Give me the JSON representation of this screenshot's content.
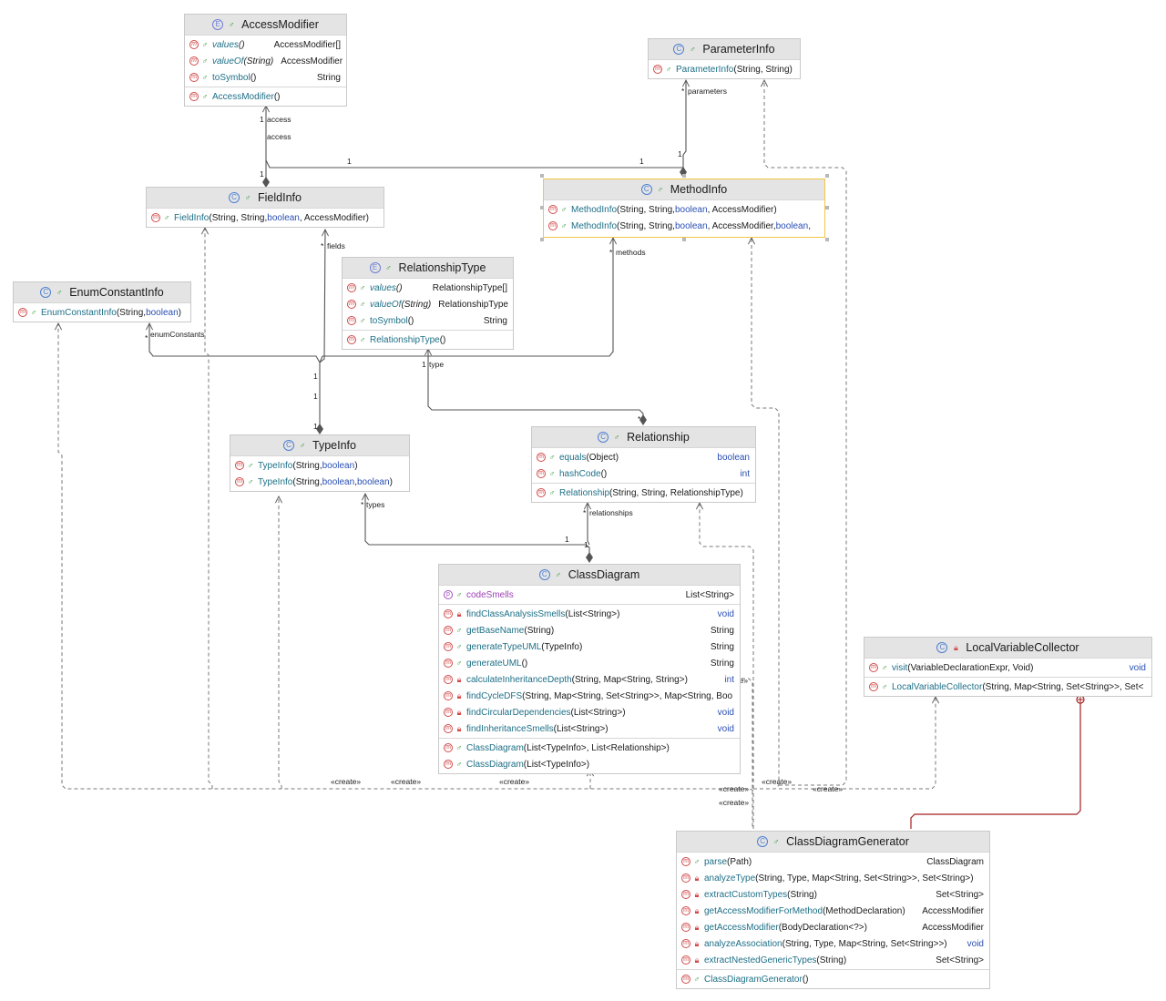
{
  "classes": {
    "access_modifier": {
      "name": "AccessModifier",
      "kind_icon": "E",
      "methods": [
        {
          "name": "values",
          "sig": "()",
          "ret": "AccessModifier[]"
        },
        {
          "name": "valueOf",
          "sig": "(String)",
          "ret": "AccessModifier"
        },
        {
          "name": "toSymbol",
          "sig": "()",
          "ret": "String"
        }
      ],
      "constructors": [
        {
          "name": "AccessModifier",
          "sig": "()"
        }
      ]
    },
    "parameter_info": {
      "name": "ParameterInfo",
      "kind_icon": "C",
      "constructors": [
        {
          "name": "ParameterInfo",
          "sig": "(String, String)"
        }
      ]
    },
    "field_info": {
      "name": "FieldInfo",
      "kind_icon": "C",
      "constructors": [
        {
          "name": "FieldInfo",
          "sig_pre": "(String, String, ",
          "sig_kw": "boolean",
          "sig_post": ", AccessModifier)"
        }
      ]
    },
    "method_info": {
      "name": "MethodInfo",
      "kind_icon": "C",
      "constructors": [
        {
          "name": "MethodInfo",
          "sig_pre": "(String, String, ",
          "sig_kw": "boolean",
          "sig_post": ", AccessModifier)"
        },
        {
          "name": "MethodInfo",
          "sig_pre": "(String, String, ",
          "sig_kw": "boolean",
          "sig_mid": ", AccessModifier, ",
          "sig_kw2": "boolean",
          "sig_post": ","
        }
      ]
    },
    "enum_constant_info": {
      "name": "EnumConstantInfo",
      "kind_icon": "C",
      "constructors": [
        {
          "name": "EnumConstantInfo",
          "sig_pre": "(String, ",
          "sig_kw": "boolean",
          "sig_post": ")"
        }
      ]
    },
    "relationship_type": {
      "name": "RelationshipType",
      "kind_icon": "E",
      "methods": [
        {
          "name": "values",
          "sig": "()",
          "ret": "RelationshipType[]"
        },
        {
          "name": "valueOf",
          "sig": "(String)",
          "ret": "RelationshipType"
        },
        {
          "name": "toSymbol",
          "sig": "()",
          "ret": "String"
        }
      ],
      "constructors": [
        {
          "name": "RelationshipType",
          "sig": "()"
        }
      ]
    },
    "type_info": {
      "name": "TypeInfo",
      "kind_icon": "C",
      "constructors": [
        {
          "name": "TypeInfo",
          "sig_pre": "(String, ",
          "sig_kw": "boolean",
          "sig_post": ")"
        },
        {
          "name": "TypeInfo",
          "sig_pre": "(String, ",
          "sig_kw": "boolean",
          "sig_mid": ", ",
          "sig_kw2": "boolean",
          "sig_post": ")"
        }
      ]
    },
    "relationship": {
      "name": "Relationship",
      "kind_icon": "C",
      "methods": [
        {
          "name": "equals",
          "sig": "(Object)",
          "ret": "boolean"
        },
        {
          "name": "hashCode",
          "sig": "()",
          "ret": "int"
        }
      ],
      "constructors": [
        {
          "name": "Relationship",
          "sig": "(String, String, RelationshipType)"
        }
      ]
    },
    "class_diagram": {
      "name": "ClassDiagram",
      "kind_icon": "C",
      "property": {
        "name": "codeSmells",
        "ret": "List<String>"
      },
      "methods": [
        {
          "name": "findClassAnalysisSmells",
          "sig": "(List<String>)",
          "ret": "void"
        },
        {
          "name": "getBaseName",
          "sig": "(String)",
          "ret": "String"
        },
        {
          "name": "generateTypeUML",
          "sig": "(TypeInfo)",
          "ret": "String"
        },
        {
          "name": "generateUML",
          "sig": "()",
          "ret": "String"
        },
        {
          "name": "calculateInheritanceDepth",
          "sig": "(String, Map<String, String>)",
          "ret": "int"
        },
        {
          "name": "findCycleDFS",
          "sig": "(String, Map<String, Set<String>>, Map<String, Boo",
          "ret": ""
        },
        {
          "name": "findCircularDependencies",
          "sig": "(List<String>)",
          "ret": "void"
        },
        {
          "name": "findInheritanceSmells",
          "sig": "(List<String>)",
          "ret": "void"
        }
      ],
      "constructors": [
        {
          "name": "ClassDiagram",
          "sig": "(List<TypeInfo>, List<Relationship>)"
        },
        {
          "name": "ClassDiagram",
          "sig": "(List<TypeInfo>)"
        }
      ]
    },
    "local_variable_collector": {
      "name": "LocalVariableCollector",
      "kind_icon": "C",
      "methods": [
        {
          "name": "visit",
          "sig": "(VariableDeclarationExpr, Void)",
          "ret": "void"
        }
      ],
      "constructors": [
        {
          "name": "LocalVariableCollector",
          "sig": "(String, Map<String, Set<String>>, Set<"
        }
      ]
    },
    "class_diagram_generator": {
      "name": "ClassDiagramGenerator",
      "kind_icon": "C",
      "methods": [
        {
          "name": "parse",
          "sig": "(Path)",
          "ret": "ClassDiagram"
        },
        {
          "name": "analyzeType",
          "sig": "(String, Type, Map<String, Set<String>>, Set<String>)",
          "ret": ""
        },
        {
          "name": "extractCustomTypes",
          "sig": "(String)",
          "ret": "Set<String>"
        },
        {
          "name": "getAccessModifierForMethod",
          "sig": "(MethodDeclaration)",
          "ret": "AccessModifier"
        },
        {
          "name": "getAccessModifier",
          "sig": "(BodyDeclaration<?>)",
          "ret": "AccessModifier"
        },
        {
          "name": "analyzeAssociation",
          "sig": "(String, Type, Map<String, Set<String>>)",
          "ret": "void"
        },
        {
          "name": "extractNestedGenericTypes",
          "sig": "(String)",
          "ret": "Set<String>"
        }
      ],
      "constructors": [
        {
          "name": "ClassDiagramGenerator",
          "sig": "()"
        }
      ]
    }
  },
  "labels": {
    "access_top": "access",
    "access_bottom": "access",
    "mult_1": "1",
    "mult_star": "*",
    "parameters": "parameters",
    "fields": "fields",
    "methods": "methods",
    "enum_constants": "enumConstants",
    "type": "type",
    "types": "types",
    "relationships": "relationships",
    "create": "«create»"
  },
  "colors": {
    "header_bg": "#e4e4e4",
    "border": "#c9c9c9",
    "selected_border": "#f2c744",
    "method_icon": "#d24a4a",
    "class_icon": "#4d7fd1",
    "public_marker": "#3b9a3b",
    "member_name": "#1d6f86",
    "keyword": "#2a4fb3",
    "inner_class_link": "#a31f1f"
  }
}
